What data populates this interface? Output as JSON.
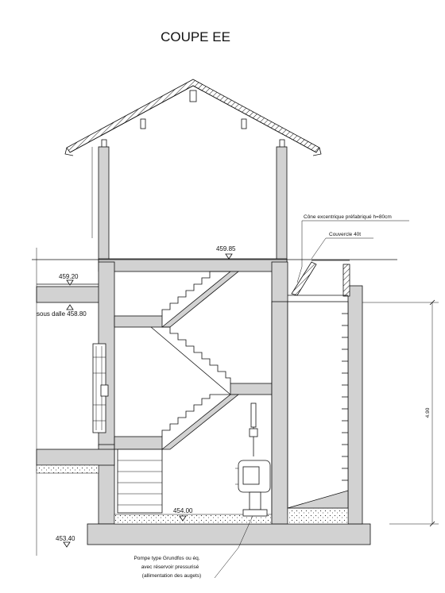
{
  "title": "COUPE EE",
  "levels": {
    "upper_floor": "459.85",
    "slab_top": "459.20",
    "under_slab": "sous dalle 458.80",
    "pump_floor": "454.00",
    "ground": "453.40"
  },
  "annotations": {
    "cone": "Cône excentrique préfabriqué h=80cm",
    "cover": "Couvercle 40t",
    "pump_line1": "Pompe type Grundfos ou éq.",
    "pump_line2": "avec réservoir pressurisé",
    "pump_line3": "(allimentation des augets)"
  },
  "dimension": "4.90"
}
